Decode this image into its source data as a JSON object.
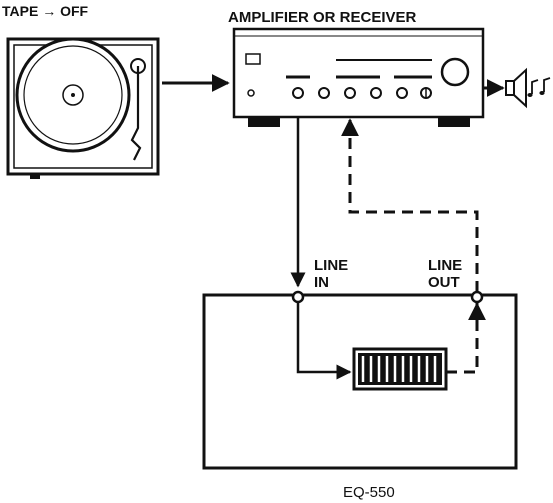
{
  "labels": {
    "tape_off": "TAPE → OFF",
    "amplifier": "AMPLIFIER OR RECEIVER",
    "line_in_1": "LINE",
    "line_in_2": "IN",
    "line_out_1": "LINE",
    "line_out_2": "OUT",
    "device": "EQ-550"
  },
  "icons": {
    "turntable": "turntable-icon",
    "amplifier": "amplifier-icon",
    "speaker": "speaker-icon",
    "music_notes": "music-notes-icon",
    "equalizer": "equalizer-icon"
  },
  "colors": {
    "line": "#111111",
    "background": "#ffffff"
  }
}
